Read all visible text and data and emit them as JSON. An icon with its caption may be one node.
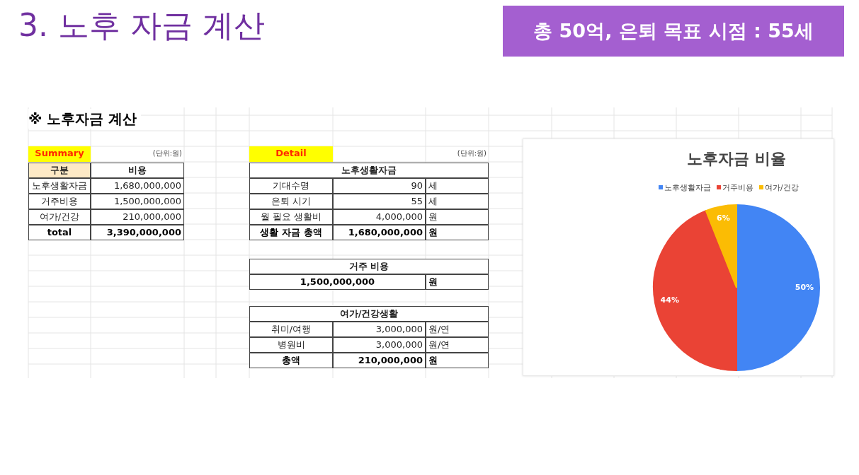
{
  "diagram": {
    "title": "3. 노후 자금 계산",
    "nodes": [
      {
        "text": [
          "총 50억, 은퇴 목표 시점 : 55세"
        ]
      }
    ],
    "labels": [
      "※ 노후자금 계산",
      "Summary",
      "(단위:원)",
      "구분",
      "비용",
      "노후생활자금",
      "1,680,000,000",
      "거주비용",
      "1,500,000,000",
      "여가/건강",
      "210,000,000",
      "total",
      "3,390,000,000",
      "Detail",
      "(단위:원)",
      "노후생활자금",
      "기대수명",
      "90",
      "세",
      "은퇴 시기",
      "55",
      "세",
      "월 필요 생활비",
      "4,000,000",
      "원",
      "생활 자금 총액",
      "1,680,000,000",
      "원",
      "거주 비용",
      "1,500,000,000",
      "원",
      "여가/건강생활",
      "취미/여행",
      "3,000,000",
      "원/연",
      "병원비",
      "3,000,000",
      "원/연",
      "총액",
      "210,000,000",
      "원"
    ],
    "chart_data": {
      "type": "pie",
      "title": "노후자금 비율",
      "categories": [
        "노후생활자금",
        "거주비용",
        "여가/건강"
      ],
      "series": [
        {
          "values": [
            50,
            44,
            6
          ]
        }
      ],
      "value_labels": [
        "50%",
        "44%",
        "6%"
      ],
      "legend": "top"
    }
  }
}
